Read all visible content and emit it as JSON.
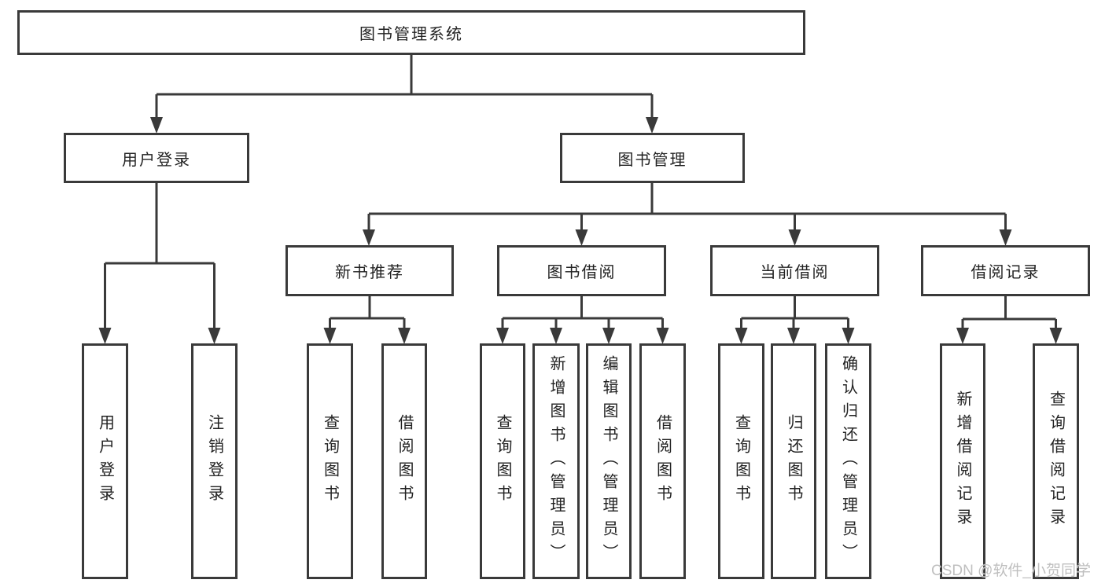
{
  "tree": {
    "root": {
      "label": "图书管理系统"
    },
    "level1": [
      {
        "id": "user-login",
        "label": "用户登录"
      },
      {
        "id": "book-management",
        "label": "图书管理"
      }
    ],
    "level2": [
      {
        "id": "new-book-recommend",
        "label": "新书推荐"
      },
      {
        "id": "book-borrow",
        "label": "图书借阅"
      },
      {
        "id": "current-borrow",
        "label": "当前借阅"
      },
      {
        "id": "borrow-records",
        "label": "借阅记录"
      }
    ],
    "leaves": {
      "user_login": [
        {
          "label": "用户登录"
        },
        {
          "label": "注销登录"
        }
      ],
      "new_book_recommend": [
        {
          "label": "查询图书"
        },
        {
          "label": "借阅图书"
        }
      ],
      "book_borrow": [
        {
          "label": "查询图书"
        },
        {
          "label": "新增图书（管理员）"
        },
        {
          "label": "编辑图书（管理员）"
        },
        {
          "label": "借阅图书"
        }
      ],
      "current_borrow": [
        {
          "label": "查询图书"
        },
        {
          "label": "归还图书"
        },
        {
          "label": "确认归还（管理员）"
        }
      ],
      "borrow_records": [
        {
          "label": "新增借阅记录"
        },
        {
          "label": "查询借阅记录"
        }
      ]
    }
  },
  "watermark": {
    "text": "CSDN @软件_小贺同学"
  },
  "colors": {
    "line": "#3a3a3a",
    "text": "#222222",
    "watermark": "#bfbfbf",
    "background": "#ffffff"
  }
}
